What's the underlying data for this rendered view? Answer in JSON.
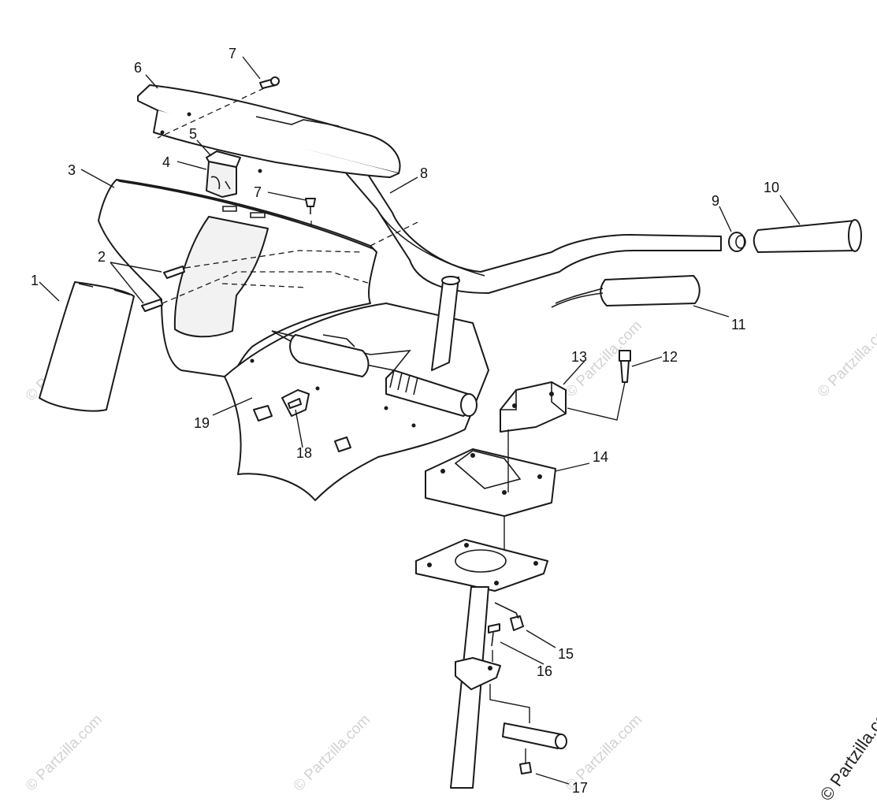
{
  "callouts": {
    "c1": "1",
    "c2": "2",
    "c3": "3",
    "c4": "4",
    "c5": "5",
    "c6": "6",
    "c7a": "7",
    "c7b": "7",
    "c8": "8",
    "c9": "9",
    "c10": "10",
    "c11": "11",
    "c12": "12",
    "c13": "13",
    "c14": "14",
    "c15": "15",
    "c16": "16",
    "c17": "17",
    "c18": "18",
    "c19": "19"
  },
  "watermark": {
    "text": "© Partzilla.com",
    "corner": "© Partzilla.com"
  },
  "colors": {
    "line": "#1a1a1a",
    "background": "#ffffff",
    "watermark": "#d2d2d2"
  }
}
